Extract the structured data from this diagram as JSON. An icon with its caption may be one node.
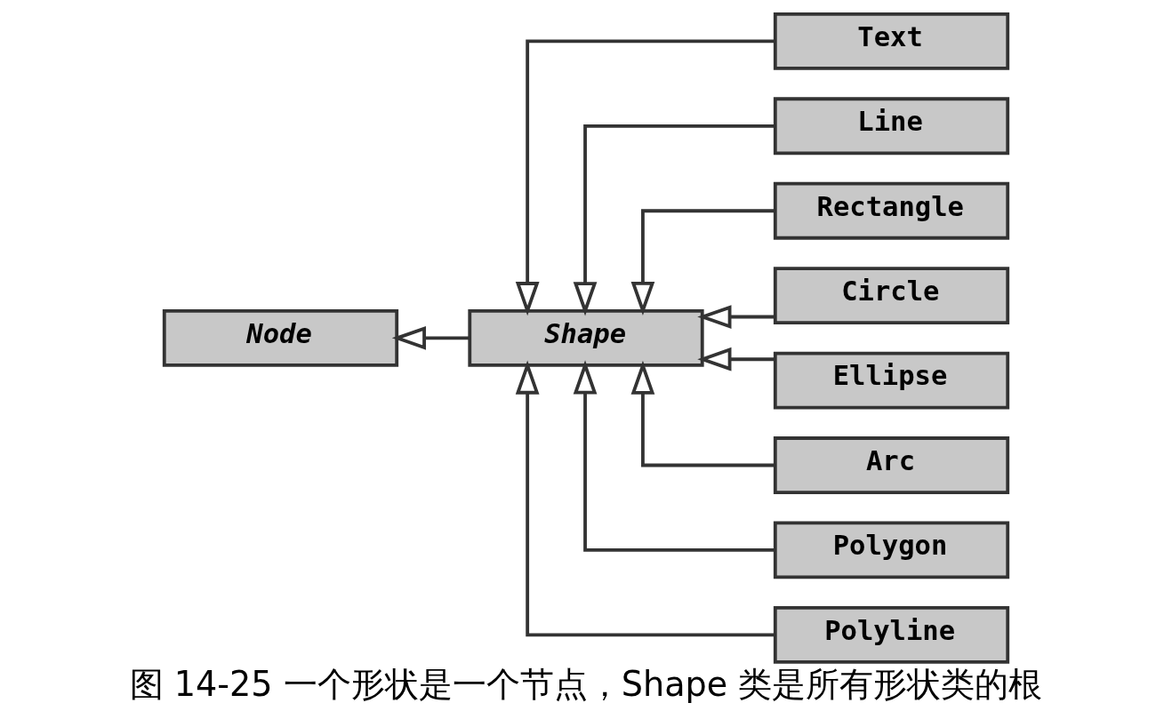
{
  "diagram": {
    "caption": "图 14-25 一个形状是一个节点，Shape 类是所有形状类的根",
    "nodes": [
      {
        "text": [
          "Node"
        ]
      },
      {
        "text": [
          "Shape"
        ]
      },
      {
        "text": [
          "Text"
        ]
      },
      {
        "text": [
          "Line"
        ]
      },
      {
        "text": [
          "Rectangle"
        ]
      },
      {
        "text": [
          "Circle"
        ]
      },
      {
        "text": [
          "Ellipse"
        ]
      },
      {
        "text": [
          "Arc"
        ]
      },
      {
        "text": [
          "Polygon"
        ]
      },
      {
        "text": [
          "Polyline"
        ]
      }
    ],
    "edges": [
      {
        "from": 1,
        "to": 0,
        "arrow": "to"
      },
      {
        "from": 2,
        "to": 1,
        "arrow": "to"
      },
      {
        "from": 3,
        "to": 1,
        "arrow": "to"
      },
      {
        "from": 4,
        "to": 1,
        "arrow": "to"
      },
      {
        "from": 5,
        "to": 1,
        "arrow": "to"
      },
      {
        "from": 6,
        "to": 1,
        "arrow": "to"
      },
      {
        "from": 7,
        "to": 1,
        "arrow": "to"
      },
      {
        "from": 8,
        "to": 1,
        "arrow": "to"
      },
      {
        "from": 9,
        "to": 1,
        "arrow": "to"
      }
    ]
  }
}
